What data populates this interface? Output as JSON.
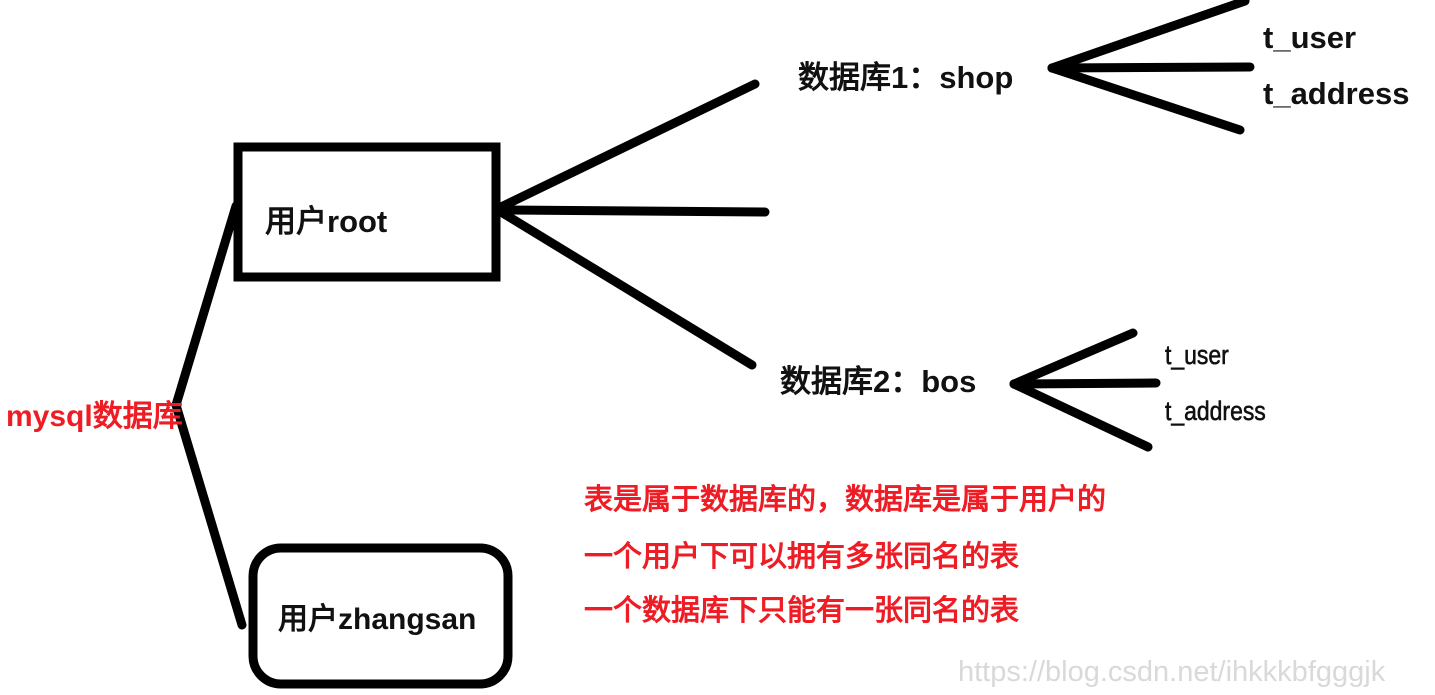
{
  "nodes": {
    "mysql": "mysql数据库",
    "user_root": "用户root",
    "user_zhangsan": "用户zhangsan",
    "db1": "数据库1：shop",
    "db2": "数据库2：bos"
  },
  "tables": {
    "db1": [
      "t_user",
      "t_address"
    ],
    "db2": [
      "t_user",
      "t_address"
    ]
  },
  "notes": [
    "表是属于数据库的，数据库是属于用户的",
    "一个用户下可以拥有多张同名的表",
    "一个数据库下只能有一张同名的表"
  ],
  "watermark": "https://blog.csdn.net/ihkkkbfgggjk",
  "colors": {
    "line": "#000000",
    "note": "#ee1c24",
    "watermark": "#d9d9d9"
  }
}
